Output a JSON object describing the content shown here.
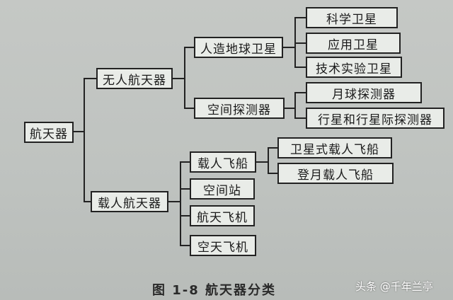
{
  "root": "航天器",
  "level1": {
    "unmanned": "无人航天器",
    "manned": "载人航天器"
  },
  "level2": {
    "satellite": "人造地球卫星",
    "probe": "空间探测器",
    "manned_ship": "载人飞船",
    "station": "空间站",
    "shuttle": "航天飞机",
    "spaceplane": "空天飞机"
  },
  "level3": {
    "science_sat": "科学卫星",
    "application_sat": "应用卫星",
    "tech_sat": "技术实验卫星",
    "lunar_probe": "月球探测器",
    "planetary_probe": "行星和行星际探测器",
    "sat_ship": "卫星式载人飞船",
    "lunar_ship": "登月载人飞船"
  },
  "caption": "图 1-8   航天器分类",
  "watermark": "头条 @千年兰亭"
}
